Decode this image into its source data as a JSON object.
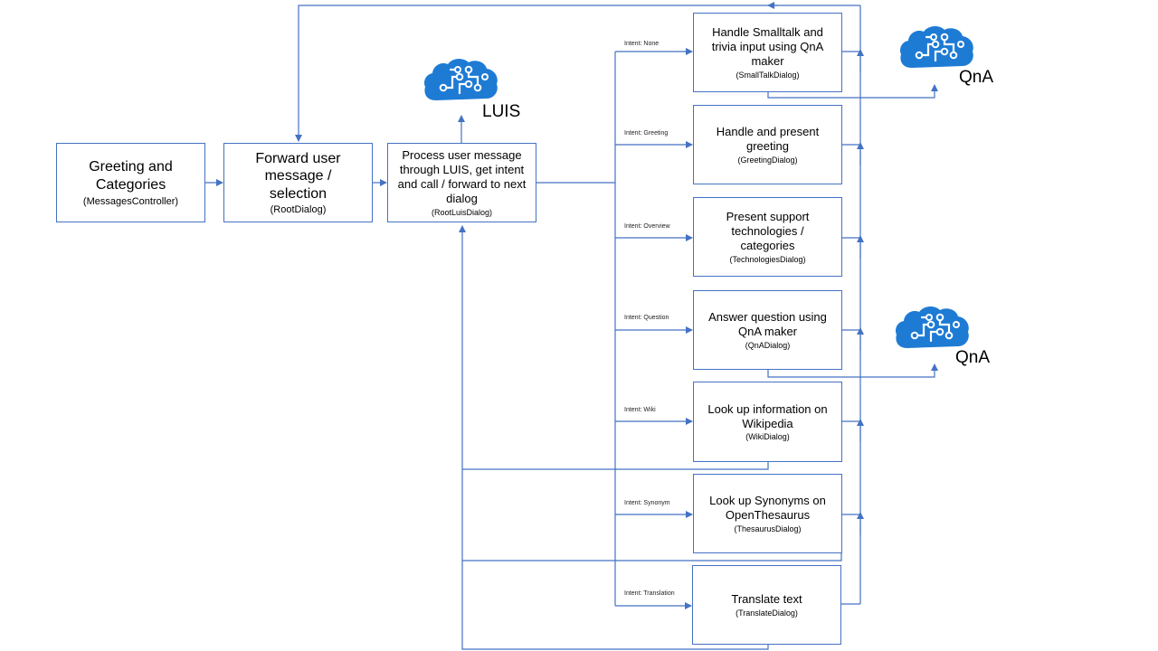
{
  "colors": {
    "line": "#4472c4",
    "icon": "#1e7bd4"
  },
  "icons": [
    "brain-circuit-icon"
  ],
  "boxes": {
    "greeting": {
      "title": "Greeting and Categories",
      "sub": "(MessagesController)"
    },
    "root": {
      "title": "Forward user message / selection",
      "sub": "(RootDialog)"
    },
    "luis": {
      "title": "Process user message through LUIS, get intent and call / forward to next dialog",
      "sub": "(RootLuisDialog)"
    },
    "smalltalk": {
      "title": "Handle Smalltalk and trivia input using QnA maker",
      "sub": "(SmallTalkDialog)"
    },
    "greetingdlg": {
      "title": "Handle and present greeting",
      "sub": "(GreetingDialog)"
    },
    "technologies": {
      "title": "Present support technologies / categories",
      "sub": "(TechnologiesDialog)"
    },
    "qna": {
      "title": "Answer question using QnA maker",
      "sub": "(QnADialog)"
    },
    "wiki": {
      "title": "Look up information on Wikipedia",
      "sub": "(WikiDialog)"
    },
    "thesaurus": {
      "title": "Look up Synonyms on OpenThesaurus",
      "sub": "(ThesaurusDialog)"
    },
    "translate": {
      "title": "Translate text",
      "sub": "(TranslateDialog)"
    }
  },
  "intents": {
    "none": "Intent: None",
    "greeting": "Intent: Greeting",
    "overview": "Intent: Overview",
    "question": "Intent: Question",
    "wiki": "Intent: Wiki",
    "synonym": "Intent: Synonym",
    "translation": "Intent: Translation"
  },
  "services": {
    "luis": "LUIS",
    "qna1": "QnA",
    "qna2": "QnA"
  }
}
